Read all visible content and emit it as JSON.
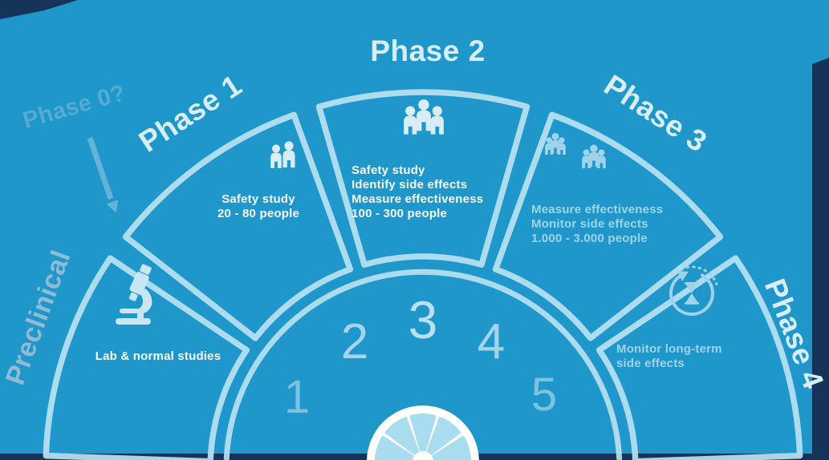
{
  "colors": {
    "background": "#2097cb",
    "frame": "#163459",
    "outline": "#b9e2f2",
    "title": "#d7eef9",
    "muted_title": "#8fbcd4",
    "phase0_label": "#55abd3",
    "text_bright": "#ffffff",
    "text_faded": "#9fd3e9",
    "fan": "#a9dcef"
  },
  "diagram": {
    "phase0": {
      "label": "Phase 0?",
      "icon": "down-arrow-icon"
    },
    "preclinical": {
      "title": "Preclinical",
      "icon": "microscope-icon",
      "lines": [
        "Lab & normal studies"
      ]
    },
    "phase1": {
      "title": "Phase 1",
      "icon": "people-pair-icon",
      "lines": [
        "Safety study",
        "20 - 80 people"
      ]
    },
    "phase2": {
      "title": "Phase 2",
      "icon": "people-group-icon",
      "lines": [
        "Safety study",
        "Identify side effects",
        "Measure effectiveness",
        "100 - 300 people"
      ]
    },
    "phase3": {
      "title": "Phase 3",
      "icon": "people-groups-icon",
      "lines": [
        "Measure effectiveness",
        "Monitor side effects",
        "1.000 - 3.000 people"
      ]
    },
    "phase4": {
      "title": "Phase 4",
      "icon": "hourglass-cycle-icon",
      "lines": [
        "Monitor long-term",
        "side effects"
      ]
    },
    "steps": [
      "1",
      "2",
      "3",
      "4",
      "5"
    ],
    "fan_icon": "fan-chart-icon"
  }
}
